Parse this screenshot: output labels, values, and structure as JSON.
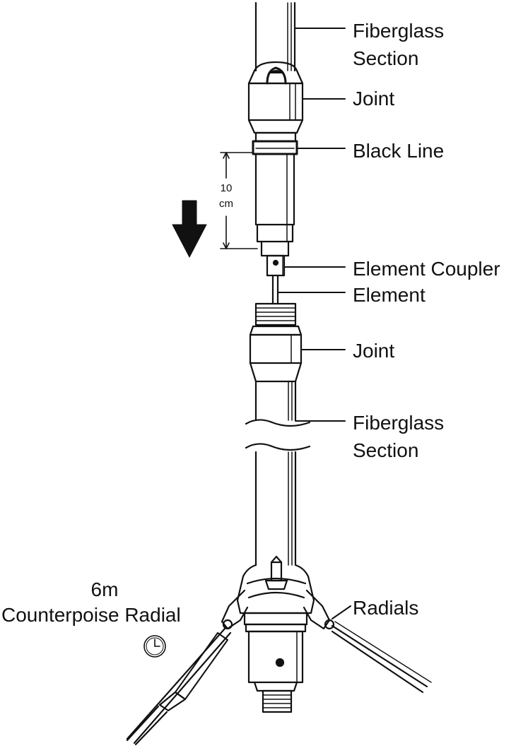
{
  "labels": {
    "fiberglass_top_1": "Fiberglass",
    "fiberglass_top_2": "Section",
    "joint_top": "Joint",
    "black_line": "Black Line",
    "element_coupler": "Element Coupler",
    "element": "Element",
    "joint_bottom": "Joint",
    "fiberglass_bottom_1": "Fiberglass",
    "fiberglass_bottom_2": "Section",
    "radials": "Radials",
    "counterpoise_1": "6m",
    "counterpoise_2": "Counterpoise Radial",
    "dimension_value": "10",
    "dimension_unit": "cm"
  },
  "icons": [
    "down-arrow-icon",
    "clock-icon"
  ],
  "colors": {
    "ink": "#111111",
    "background": "#ffffff"
  }
}
